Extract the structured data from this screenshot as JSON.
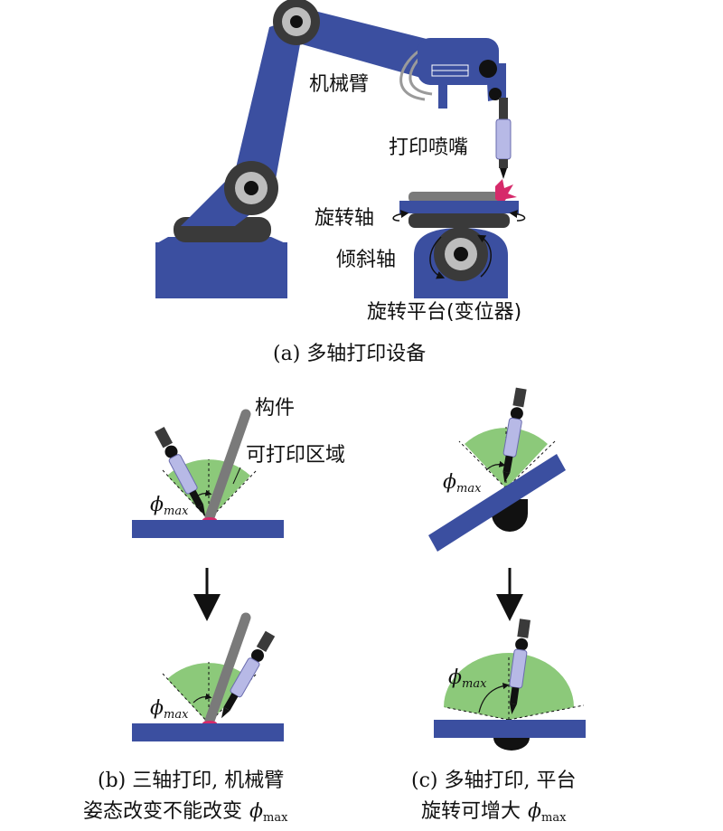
{
  "colors": {
    "arm_blue": "#3b4fa0",
    "dark_gray": "#3a3a3a",
    "light_gray": "#b8b8b8",
    "nozzle_lavender": "#b7b9e6",
    "green_zone": "#8cc97a",
    "magenta": "#d62a6a",
    "black": "#111111"
  },
  "panel_a": {
    "label_arm": "机械臂",
    "label_nozzle": "打印喷嘴",
    "label_rotation_axis": "旋转轴",
    "label_tilt_axis": "倾斜轴",
    "label_platform": "旋转平台(变位器)",
    "caption": "(a) 多轴打印设备"
  },
  "panel_b": {
    "label_component": "构件",
    "label_printable": "可打印区域",
    "phi_symbol": "ϕ",
    "phi_subscript": "max",
    "caption_line1": "(b) 三轴打印, 机械臂",
    "caption_line2": "姿态改变不能改变",
    "caption_phi": "ϕ",
    "caption_sub": "max"
  },
  "panel_c": {
    "phi_symbol": "ϕ",
    "phi_subscript": "max",
    "caption_line1": "(c) 多轴打印, 平台",
    "caption_line2": "旋转可增大",
    "caption_phi": "ϕ",
    "caption_sub": "max"
  },
  "icons": [
    "down-arrow-icon",
    "rotation-arrow-icon",
    "phi-angle-arc-icon"
  ]
}
